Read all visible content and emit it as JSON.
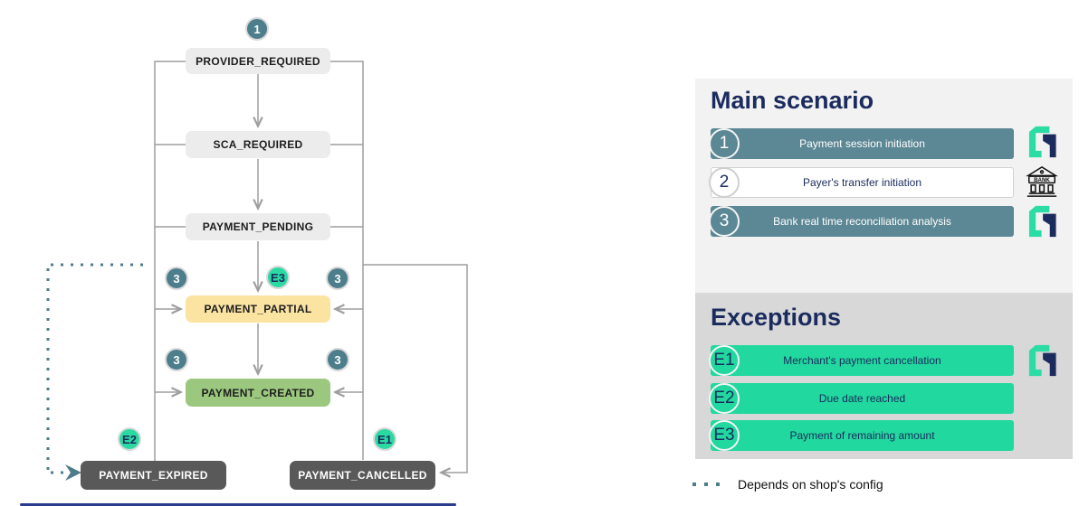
{
  "flow": {
    "nodes": [
      {
        "id": "provider_required",
        "label": "PROVIDER_REQUIRED"
      },
      {
        "id": "sca_required",
        "label": "SCA_REQUIRED"
      },
      {
        "id": "payment_pending",
        "label": "PAYMENT_PENDING"
      },
      {
        "id": "payment_partial",
        "label": "PAYMENT_PARTIAL"
      },
      {
        "id": "payment_created",
        "label": "PAYMENT_CREATED"
      },
      {
        "id": "payment_expired",
        "label": "PAYMENT_EXPIRED"
      },
      {
        "id": "payment_cancelled",
        "label": "PAYMENT_CANCELLED"
      }
    ],
    "badges": [
      {
        "label": "1",
        "type": "step"
      },
      {
        "label": "3",
        "type": "step"
      },
      {
        "label": "E3",
        "type": "exception"
      },
      {
        "label": "3",
        "type": "step"
      },
      {
        "label": "3",
        "type": "step"
      },
      {
        "label": "3",
        "type": "step"
      },
      {
        "label": "E2",
        "type": "exception"
      },
      {
        "label": "E1",
        "type": "exception"
      }
    ]
  },
  "legend": {
    "main": {
      "title": "Main scenario",
      "rows": [
        {
          "num": "1",
          "label": "Payment session initiation",
          "icon": "fintecture-logo"
        },
        {
          "num": "2",
          "label": "Payer's transfer initiation",
          "icon": "bank"
        },
        {
          "num": "3",
          "label": "Bank real time reconciliation analysis",
          "icon": "fintecture-logo"
        }
      ]
    },
    "exceptions": {
      "title": "Exceptions",
      "rows": [
        {
          "num": "E1",
          "label": "Merchant's payment cancellation",
          "icon": "fintecture-logo"
        },
        {
          "num": "E2",
          "label": "Due date reached",
          "icon": ""
        },
        {
          "num": "E3",
          "label": "Payment of remaining amount",
          "icon": ""
        }
      ]
    },
    "bank_text": "BANK",
    "footer": {
      "dotted_label": "Depends on shop's config"
    }
  },
  "colors": {
    "teal_badge": "#4d7e8c",
    "teal_bar": "#5c8794",
    "mint": "#21d89e",
    "navy": "#1b2b5e",
    "node_gray": "#ececec",
    "node_yellow": "#fbe3a2",
    "node_green": "#9bc87e",
    "node_dark": "#595959",
    "line_gray": "#9e9e9e",
    "dotted_teal": "#4d7c8a",
    "panel_light": "#f2f2f2",
    "panel_dark": "#d8d8d8"
  }
}
